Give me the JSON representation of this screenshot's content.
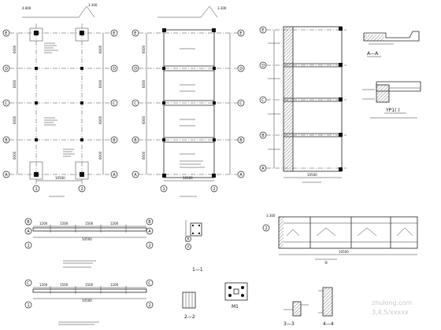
{
  "axis_letters": [
    "A",
    "B",
    "C",
    "D",
    "E"
  ],
  "axis_numbers": [
    "1",
    "2"
  ],
  "plan1": {
    "top_elev": "4.800",
    "top_elev2": "3.300",
    "span_label": "10500",
    "bay_labels": [
      "6000",
      "6000",
      "6000",
      "6000"
    ]
  },
  "plan2": {
    "top_elev": "3.300",
    "span_label": "10500",
    "bay_labels": [
      "6000",
      "6000",
      "6000",
      "6000"
    ]
  },
  "plan3": {
    "span_label": "10500"
  },
  "details": {
    "section_aa": "A—A",
    "section_yp": "YP1(  )",
    "section_11": "1—1",
    "section_22": "2—2",
    "section_33": "3—3",
    "section_44": "4—4",
    "mark_m1": "M1",
    "mark_x2": "②"
  },
  "elev_labels": {
    "top_elev": "3.300",
    "span_a": "1200",
    "span_b": "1500",
    "total": "10500"
  },
  "watermark": {
    "line1": "zhulong.com",
    "line2": "3,4,5/xxxxx"
  }
}
